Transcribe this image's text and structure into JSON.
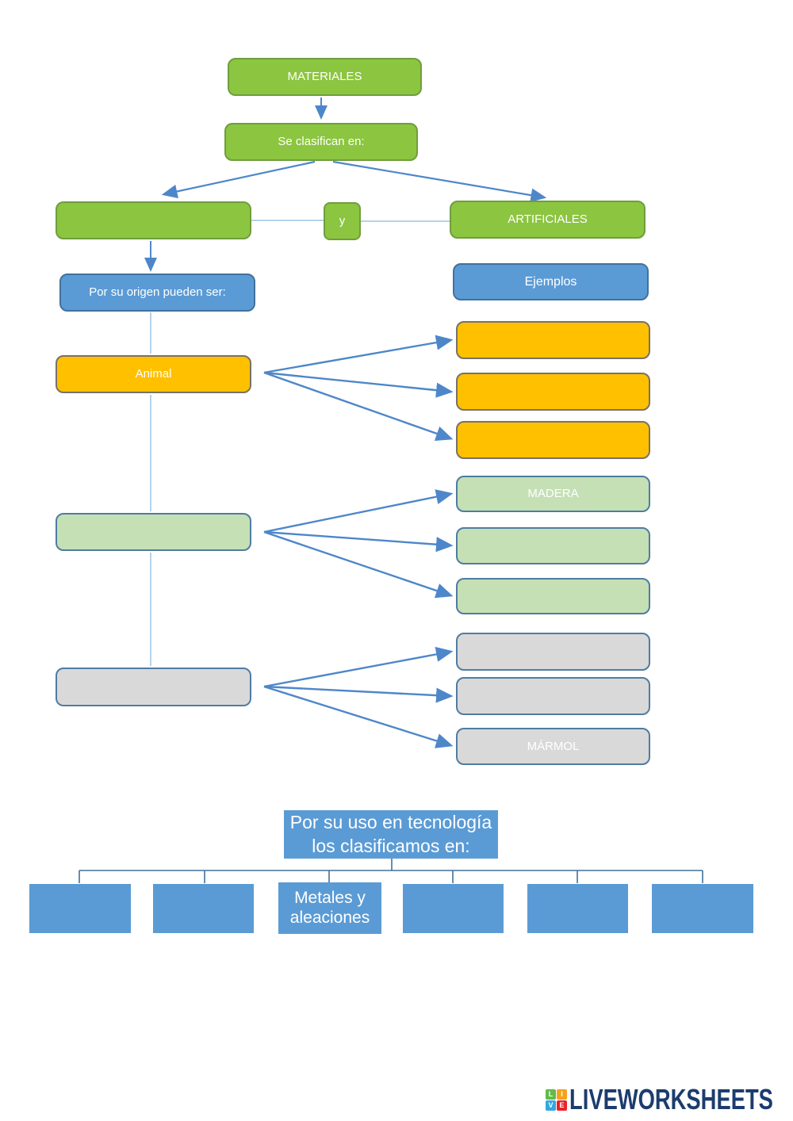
{
  "flowchart": {
    "root": "MATERIALES",
    "clasifican": "Se clasifican en:",
    "left_category": "",
    "conjunction": "y",
    "right_category": "ARTIFICIALES",
    "origen_header": "Por su origen pueden ser:",
    "ejemplos_header": "Ejemplos",
    "origin_types": {
      "animal": "Animal",
      "second": "",
      "third": ""
    },
    "animal_examples": [
      "",
      "",
      ""
    ],
    "second_examples": [
      "MADERA",
      "",
      ""
    ],
    "third_examples": [
      "",
      "",
      "MÁRMOL"
    ],
    "uso_header": "Por su uso en tecnología\nlos clasificamos en:",
    "tech_categories": [
      "",
      "",
      "Metales y\naleaciones",
      "",
      "",
      ""
    ]
  },
  "colors": {
    "green_fill": "#8CC540",
    "green_border": "#6F9E3E",
    "blue_fill": "#5B9BD5",
    "blue_border": "#41719C",
    "orange_fill": "#FFC000",
    "orange_border": "#787268",
    "light_green_fill": "#C5E0B4",
    "gray_fill": "#D9D9D9",
    "rounded_border_steel": "#4F7CA3",
    "arrow_blue": "#4E87C9",
    "light_line": "#9DC3E6",
    "tree_line": "#41719C",
    "logo_navy": "#1C3C6E",
    "logo_green": "#62BB46",
    "logo_orange": "#F5A21B",
    "logo_blue": "#31A8E0",
    "logo_red": "#EC2227"
  },
  "footer": {
    "logo_text": "LIVEWORKSHEETS",
    "logo_grid": [
      "L",
      "I",
      "V",
      "E"
    ]
  }
}
